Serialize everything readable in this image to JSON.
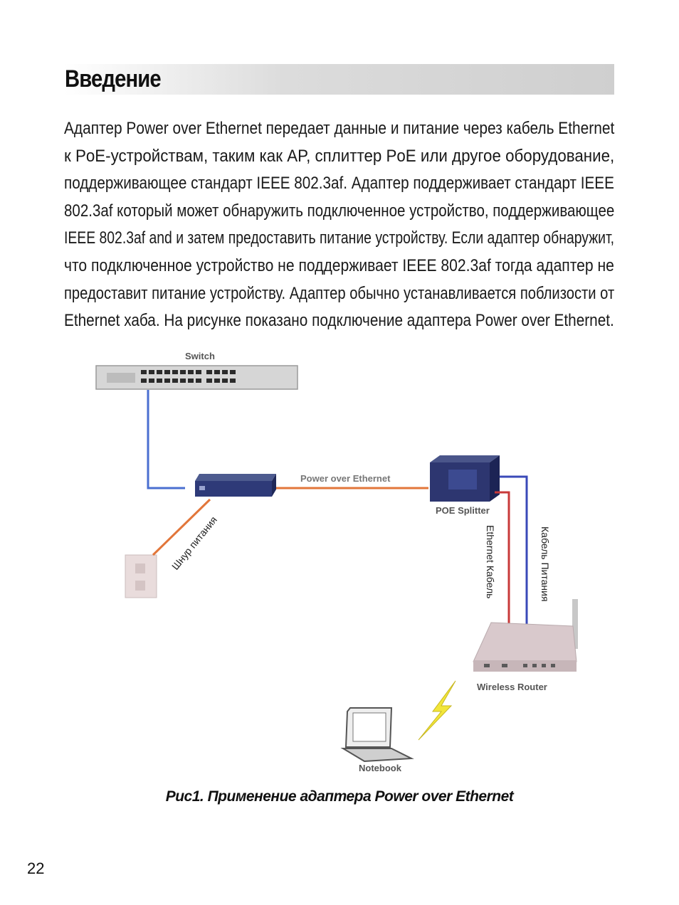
{
  "heading": "Введение",
  "paragraph_lines": [
    "Адаптер Power over Ethernet передает данные и питание через кабель Ethernet",
    "к PoE-устройствам, таким как AP, сплиттер PoE  или другое оборудование,",
    "поддерживающее стандарт  IEEE 802.3af. Адаптер поддерживает стандарт IEEE",
    "802.3af  который может обнаружить подключенное устройство,  поддерживающее",
    "IEEE 802.3af and и затем предоставить питание устройству. Если адаптер обнаружит,",
    "что подключенное устройство не поддерживает IEEE 802.3af тогда адаптер не",
    "предоставит питание устройству. Адаптер обычно устанавливается поблизости от",
    "Ethernet хаба. На рисунке показано подключение адаптера Power over Ethernet."
  ],
  "diagram": {
    "switch_label": "Switch",
    "poe_link_label": "Power over Ethernet",
    "splitter_label": "POE Splitter",
    "power_cord_label": "Шнур питания",
    "ethernet_cable_label": "Ethernet Кабель",
    "power_cable_label": "Кабель Питания",
    "router_label": "Wireless Router",
    "notebook_label": "Notebook",
    "colors": {
      "ethernet_blue": "#4a6fd0",
      "poe_orange": "#e2763a",
      "power_red": "#c83a3a",
      "device_blue": "#2e3a78"
    }
  },
  "caption": "Рис1. Применение адаптера Power over Ethernet",
  "page_number": "22"
}
